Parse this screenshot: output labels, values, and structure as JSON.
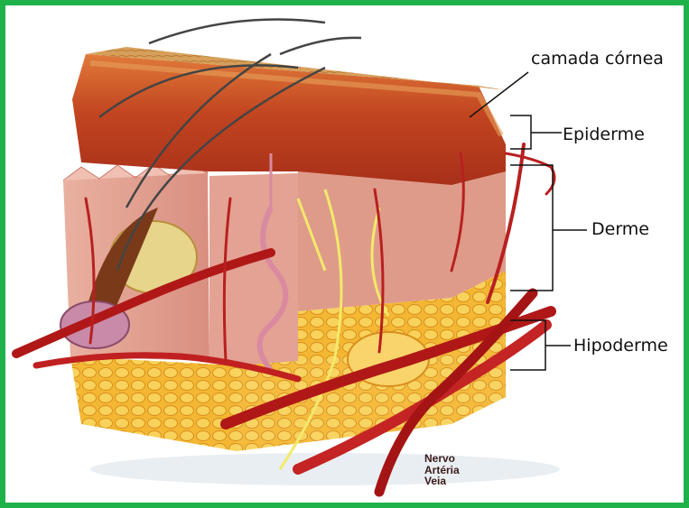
{
  "colors": {
    "border": "#1fb24a",
    "epidermis": "#c94a24",
    "dermis": "#e6a99a",
    "hypodermis": "#f0b830",
    "vessel": "#b01818",
    "nerve": "#f2e96b"
  },
  "labels": {
    "stratum_corneum": "camada córnea",
    "epidermis": "Epiderme",
    "dermis": "Derme",
    "hypodermis": "Hipoderme",
    "nerve": "Nervo",
    "artery": "Artéria",
    "vein": "Veia"
  }
}
